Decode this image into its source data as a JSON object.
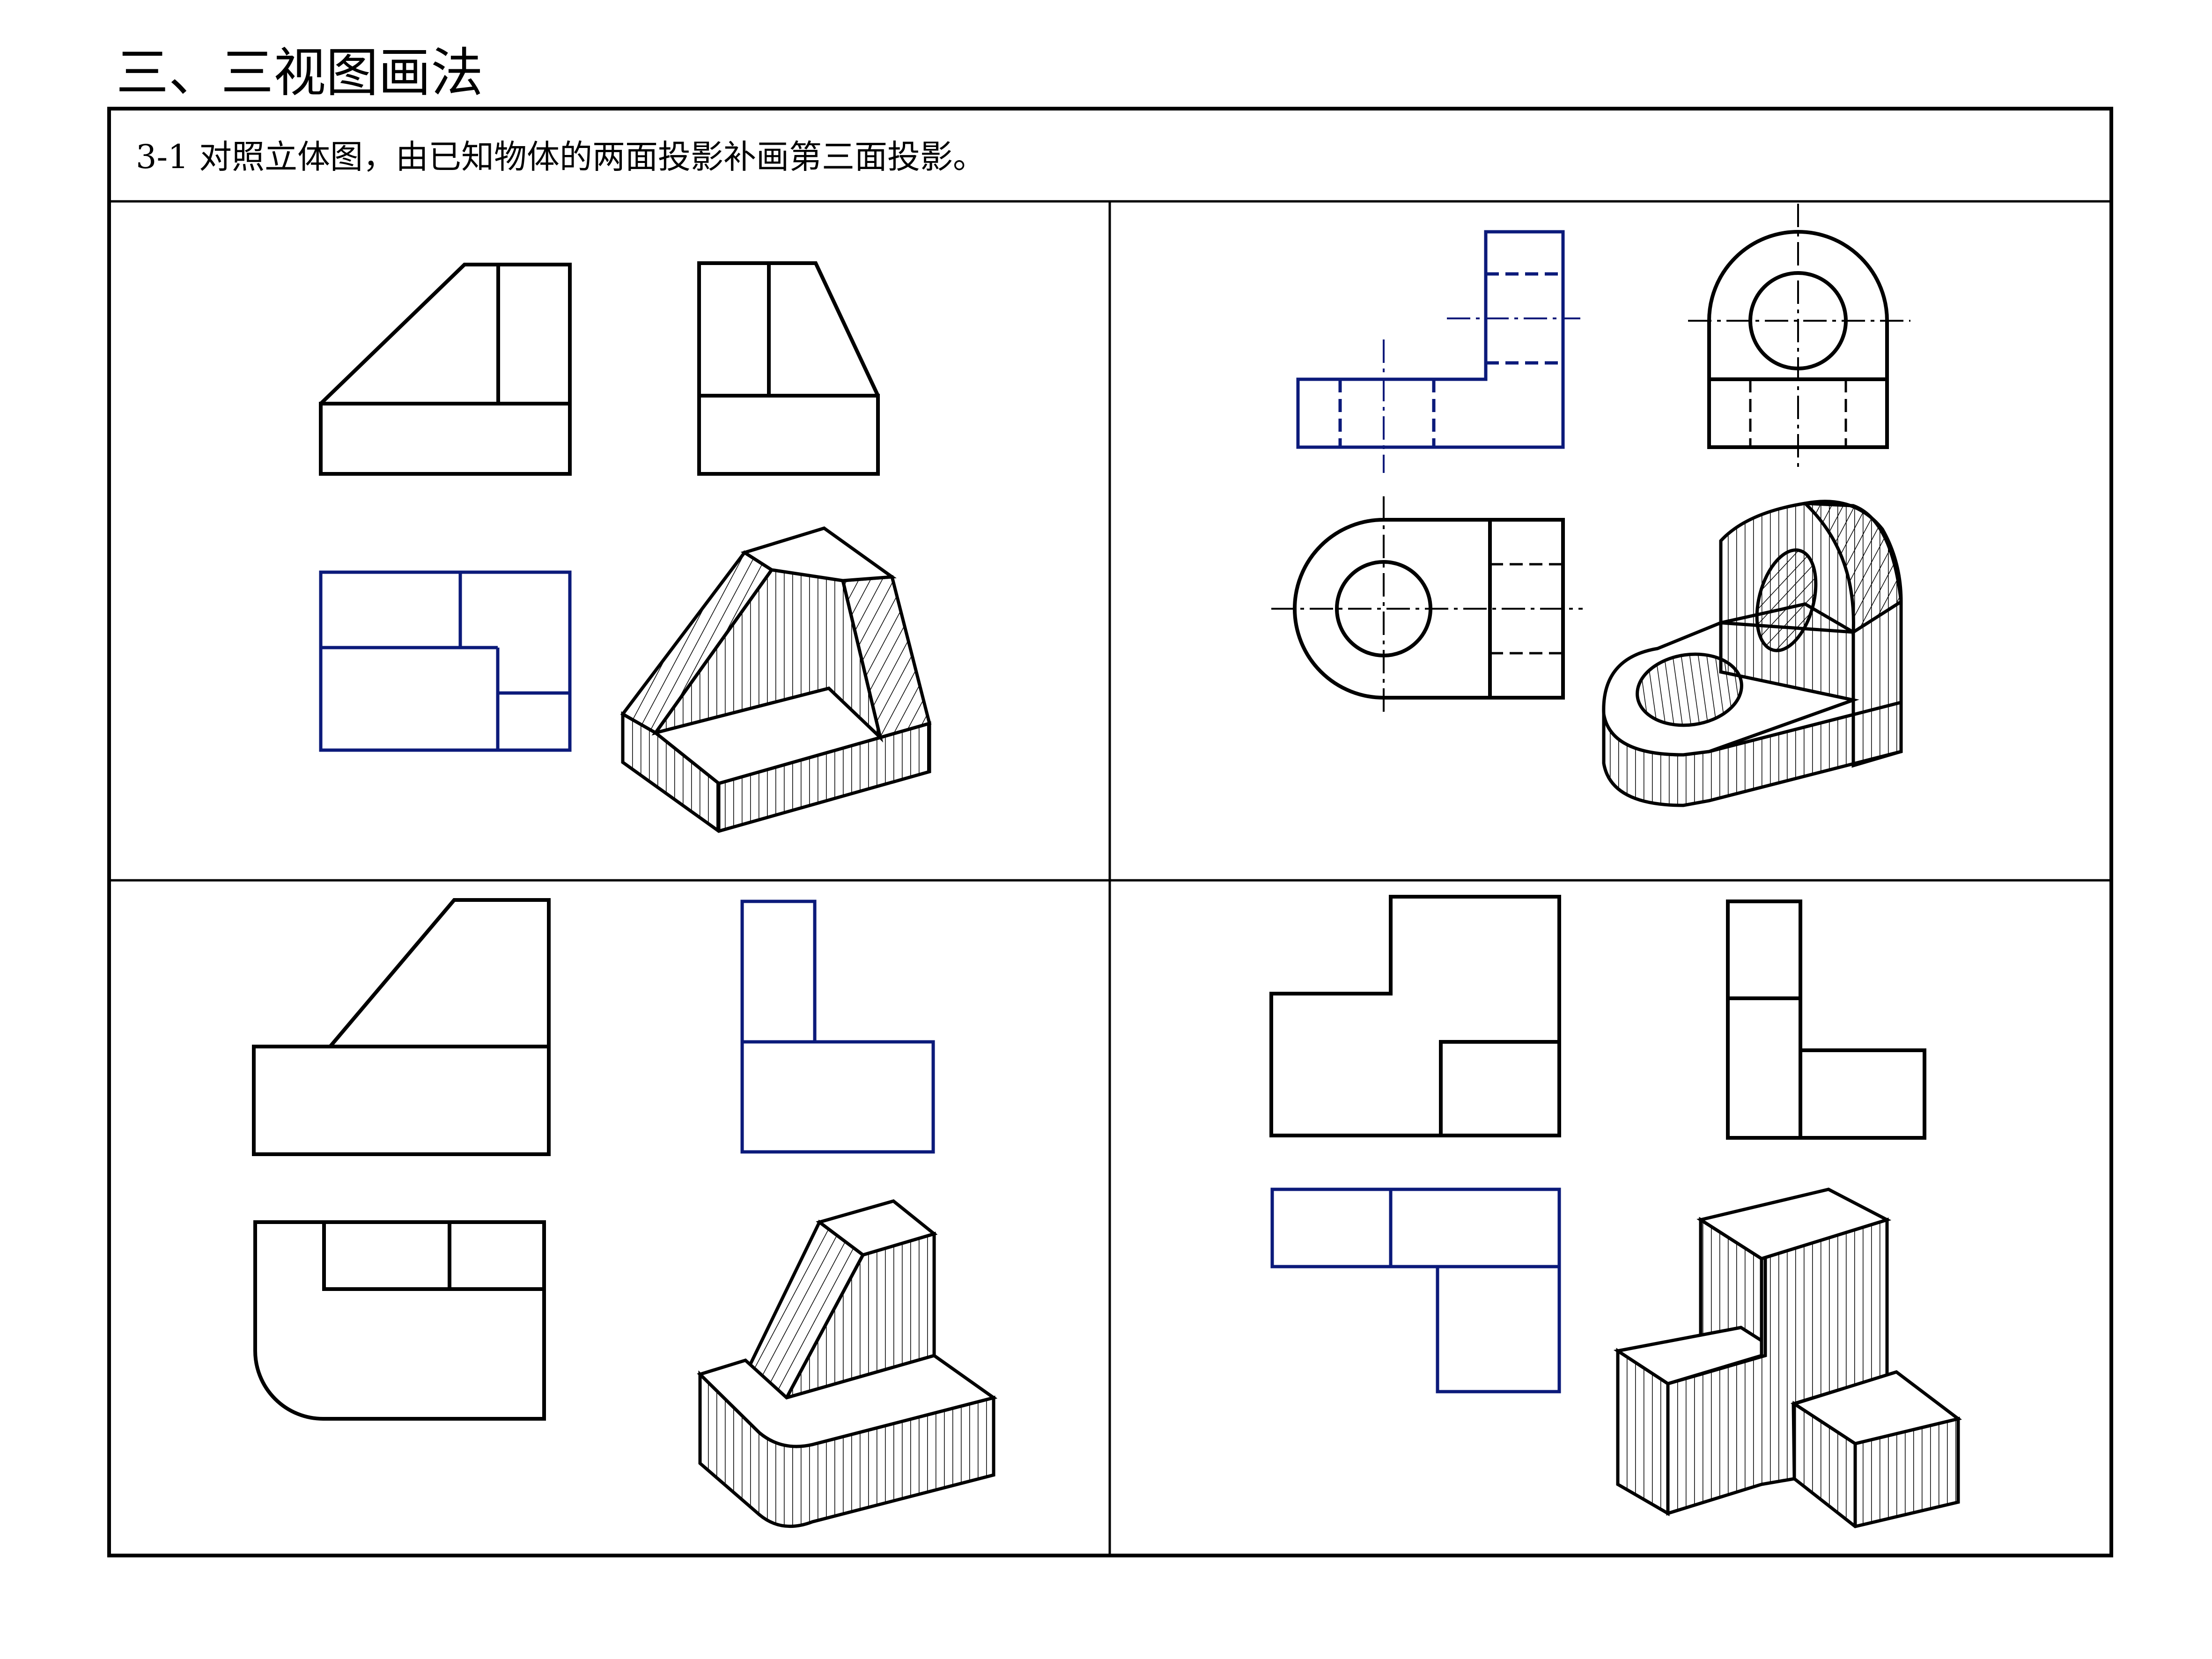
{
  "page": {
    "section_title": "三、三视图画法",
    "exercise_instruction": "3-1 对照立体图，由已知物体的两面投影补画第三面投影。"
  },
  "colors": {
    "line": "#000000",
    "answer": "#0b1a7a",
    "background": "#ffffff"
  },
  "problems": [
    {
      "label": "",
      "given_views": [
        "front",
        "side"
      ],
      "answer_view": "top"
    },
    {
      "label": "",
      "given_views": [
        "top",
        "side"
      ],
      "answer_view": "front"
    },
    {
      "label": "",
      "given_views": [
        "front",
        "top"
      ],
      "answer_view": "side"
    },
    {
      "label": "",
      "given_views": [
        "front",
        "side"
      ],
      "answer_view": "top"
    }
  ]
}
